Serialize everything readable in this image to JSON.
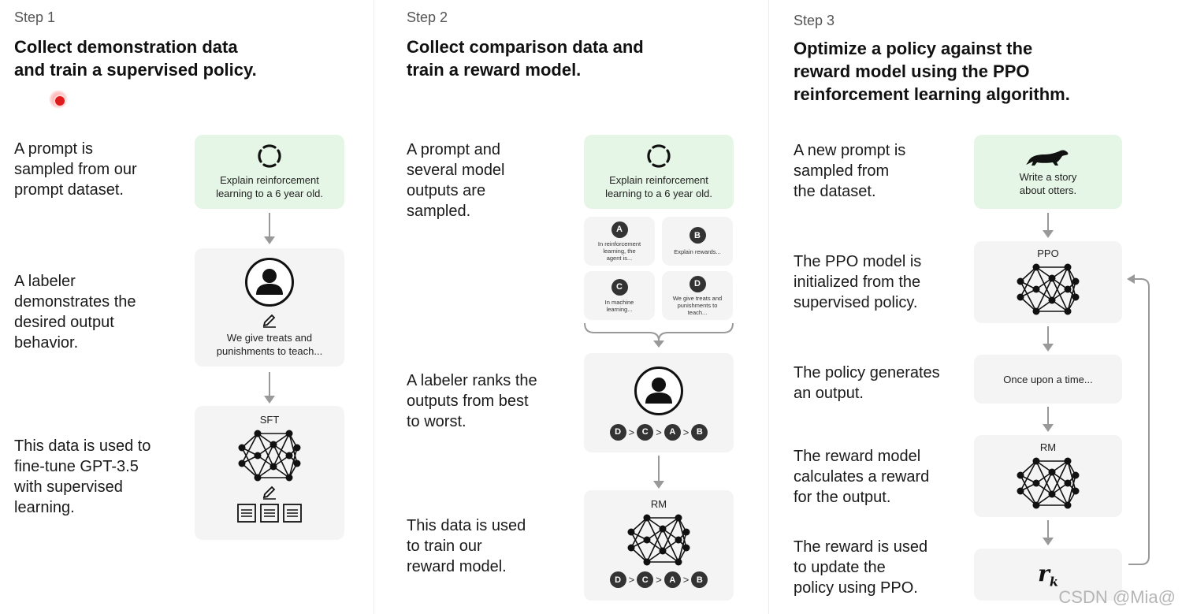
{
  "step1": {
    "label": "Step 1",
    "title": [
      "Collect demonstration data",
      "and train a supervised policy."
    ],
    "desc1": [
      "A prompt is",
      "sampled from our",
      "prompt dataset."
    ],
    "desc2": [
      "A labeler",
      "demonstrates the",
      "desired output",
      "behavior."
    ],
    "desc3": [
      "This data is used to",
      "fine-tune GPT-3.5",
      "with supervised",
      "learning."
    ],
    "prompt_box": [
      "Explain reinforcement",
      "learning to a 6 year old."
    ],
    "demo_box": [
      "We give treats and",
      "punishments to teach..."
    ],
    "model_label": "SFT"
  },
  "step2": {
    "label": "Step 2",
    "title": [
      "Collect comparison data and",
      "train a reward model."
    ],
    "desc1": [
      "A prompt and",
      "several model",
      "outputs are",
      "sampled."
    ],
    "desc2": [
      "A labeler ranks the",
      "outputs from best",
      "to worst."
    ],
    "desc3": [
      "This data is used",
      "to train our",
      "reward model."
    ],
    "prompt_box": [
      "Explain reinforcement",
      "learning to a 6 year old."
    ],
    "outputs": [
      {
        "letter": "A",
        "text": [
          "In reinforcement",
          "learning, the",
          "agent is..."
        ]
      },
      {
        "letter": "B",
        "text": [
          "Explain rewards..."
        ]
      },
      {
        "letter": "C",
        "text": [
          "In machine",
          "learning..."
        ]
      },
      {
        "letter": "D",
        "text": [
          "We give treats and",
          "punishments to",
          "teach..."
        ]
      }
    ],
    "ranking": [
      "D",
      "C",
      "A",
      "B"
    ],
    "model_label": "RM"
  },
  "step3": {
    "label": "Step 3",
    "title": [
      "Optimize a policy against the",
      "reward model using the PPO",
      "reinforcement learning algorithm."
    ],
    "desc1": [
      "A new prompt is",
      "sampled from",
      "the dataset."
    ],
    "desc2": [
      "The PPO model is",
      "initialized from the",
      "supervised policy."
    ],
    "desc3": [
      "The policy generates",
      "an output."
    ],
    "desc4": [
      "The reward model",
      "calculates a reward",
      "for the output."
    ],
    "desc5": [
      "The reward is used",
      "to update the",
      "policy using PPO."
    ],
    "prompt_box": [
      "Write a story",
      "about otters."
    ],
    "ppo_label": "PPO",
    "output_text": "Once upon a time...",
    "rm_label": "RM",
    "reward_symbol": "r",
    "reward_sub": "k"
  },
  "colors": {
    "prompt_bg": "#e6f6e6",
    "box_bg": "#f4f4f4",
    "arrow": "#999999"
  },
  "watermark": "CSDN @Mia@"
}
